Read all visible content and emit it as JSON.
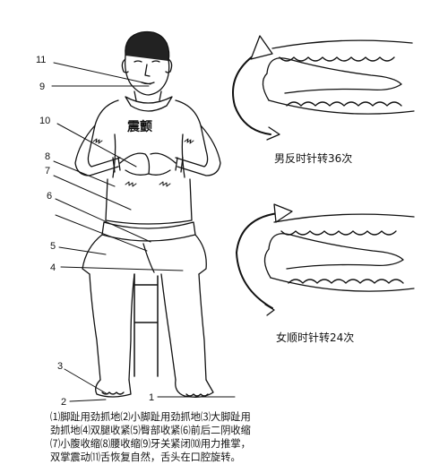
{
  "figure": {
    "chest_label": "震颤",
    "labels": [
      "1",
      "2",
      "3",
      "4",
      "5",
      "6",
      "7",
      "8",
      "9",
      "10",
      "11"
    ],
    "male_caption": "男反时针转36次",
    "female_caption": "女顺时针转24次",
    "caption_lines": [
      "⑴脚趾用劲抓地⑵小脚趾用劲抓地⑶大脚趾用",
      "劲抓地⑷双腿收紧⑸臀部收紧⑹前后二阴收缩",
      "⑺小腹收缩⑻腰收缩⑼牙关紧闭⑽用力推掌，",
      "双掌震动⑾舌恢复自然，舌头在口腔旋转。"
    ]
  }
}
